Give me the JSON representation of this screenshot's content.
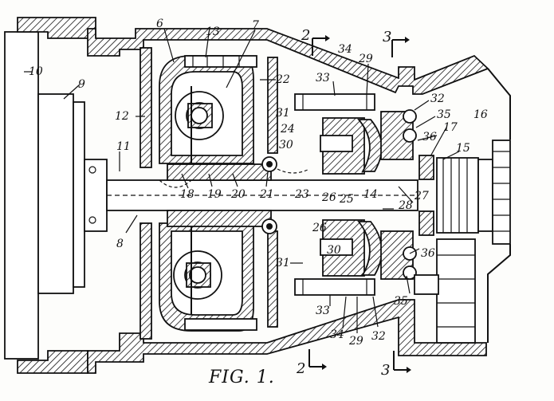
{
  "figure": {
    "caption": "FIG. 1.",
    "reference_numerals": [
      {
        "id": "n10",
        "text": "10"
      },
      {
        "id": "n9",
        "text": "9"
      },
      {
        "id": "n11",
        "text": "11"
      },
      {
        "id": "n8",
        "text": "8"
      },
      {
        "id": "n12",
        "text": "12"
      },
      {
        "id": "n6",
        "text": "6"
      },
      {
        "id": "n13",
        "text": "13"
      },
      {
        "id": "n7",
        "text": "7"
      },
      {
        "id": "n18",
        "text": "18"
      },
      {
        "id": "n19",
        "text": "19"
      },
      {
        "id": "n20",
        "text": "20"
      },
      {
        "id": "n21",
        "text": "21"
      },
      {
        "id": "n22",
        "text": "22"
      },
      {
        "id": "n23",
        "text": "23"
      },
      {
        "id": "n24",
        "text": "24"
      },
      {
        "id": "n30a",
        "text": "30"
      },
      {
        "id": "n31a",
        "text": "31"
      },
      {
        "id": "n33a",
        "text": "33"
      },
      {
        "id": "n34a",
        "text": "34"
      },
      {
        "id": "n29a",
        "text": "29"
      },
      {
        "id": "n32a",
        "text": "32"
      },
      {
        "id": "n35a",
        "text": "35"
      },
      {
        "id": "n36a",
        "text": "36"
      },
      {
        "id": "n17",
        "text": "17"
      },
      {
        "id": "n16",
        "text": "16"
      },
      {
        "id": "n15",
        "text": "15"
      },
      {
        "id": "n26a",
        "text": "26"
      },
      {
        "id": "n25",
        "text": "25"
      },
      {
        "id": "n14",
        "text": "14"
      },
      {
        "id": "n27",
        "text": "27"
      },
      {
        "id": "n28",
        "text": "28"
      },
      {
        "id": "n26b",
        "text": "26"
      },
      {
        "id": "n30b",
        "text": "30"
      },
      {
        "id": "n31b",
        "text": "31"
      },
      {
        "id": "n36b",
        "text": "36"
      },
      {
        "id": "n35b",
        "text": "35"
      },
      {
        "id": "n33b",
        "text": "33"
      },
      {
        "id": "n34b",
        "text": "34"
      },
      {
        "id": "n29b",
        "text": "29"
      },
      {
        "id": "n32b",
        "text": "32"
      }
    ],
    "section_markers": [
      {
        "id": "s2top",
        "text": "2"
      },
      {
        "id": "s3top",
        "text": "3"
      },
      {
        "id": "s2bot",
        "text": "2"
      },
      {
        "id": "s3bot",
        "text": "3"
      }
    ]
  }
}
